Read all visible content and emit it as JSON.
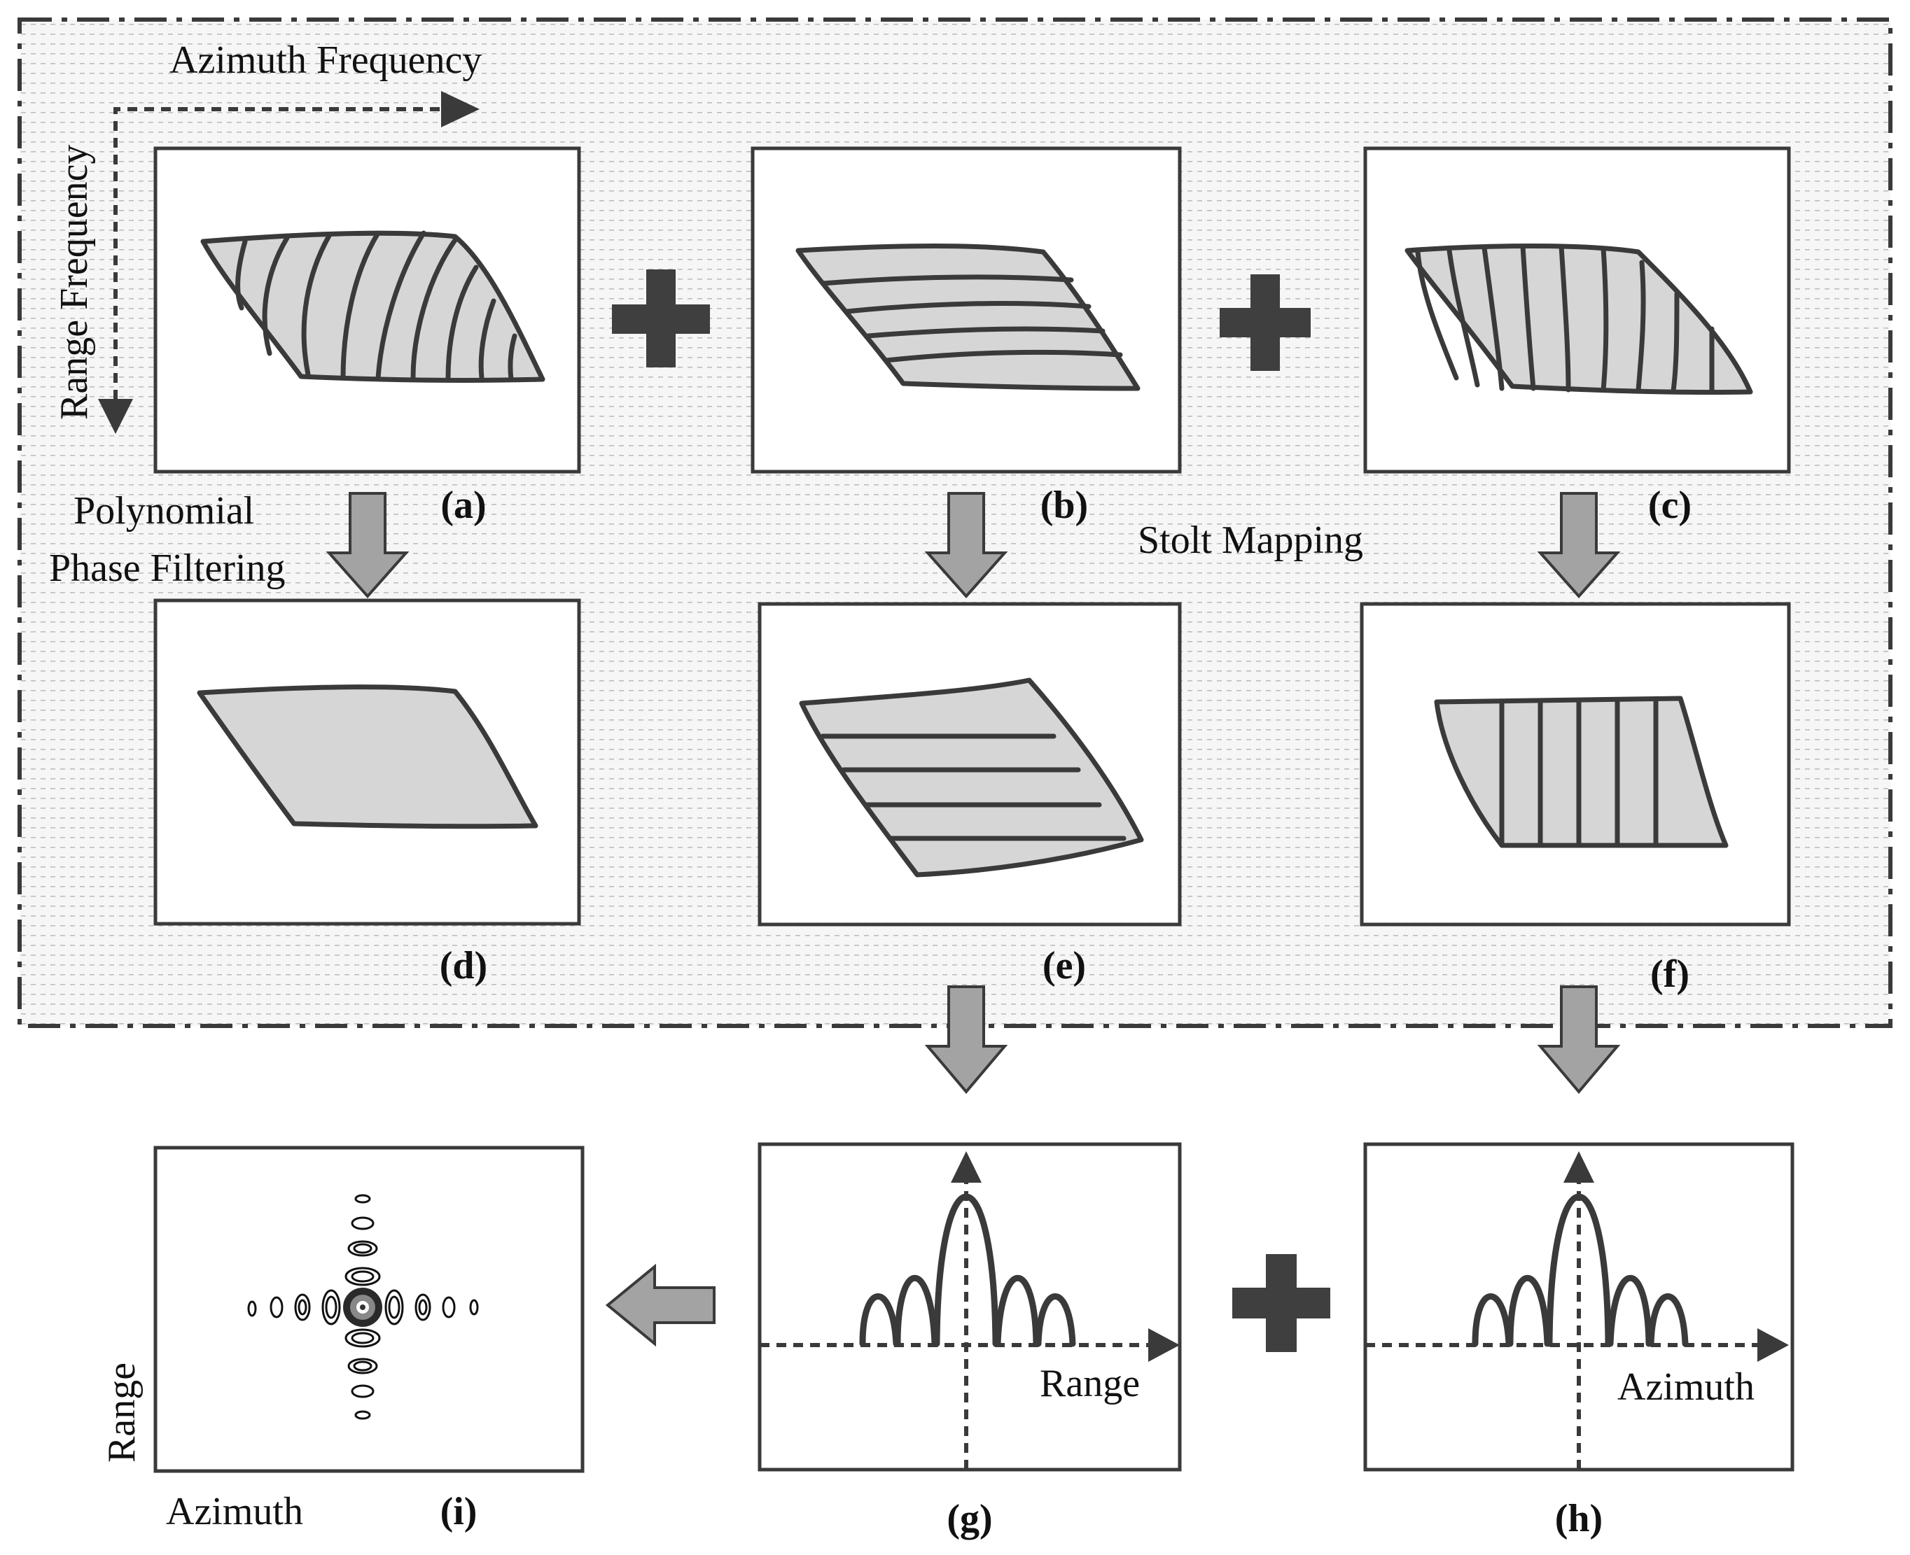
{
  "axes": {
    "azimuth_frequency": "Azimuth Frequency",
    "range_frequency": "Range Frequency"
  },
  "steps": {
    "polynomial_line1": "Polynomial",
    "polynomial_line2": "Phase Filtering",
    "stolt": "Stolt Mapping"
  },
  "panels": {
    "a": "(a)",
    "b": "(b)",
    "c": "(c)",
    "d": "(d)",
    "e": "(e)",
    "f": "(f)",
    "g": "(g)",
    "h": "(h)",
    "i": "(i)"
  },
  "plot_labels": {
    "g_axis": "Range",
    "h_axis": "Azimuth",
    "i_y": "Range",
    "i_x": "Azimuth"
  },
  "colors": {
    "region_fill": "#d6d6d6",
    "arrow_fill": "#a3a3a3",
    "outline": "#3a3a3a",
    "dotted_background": "#f3f3f3"
  }
}
